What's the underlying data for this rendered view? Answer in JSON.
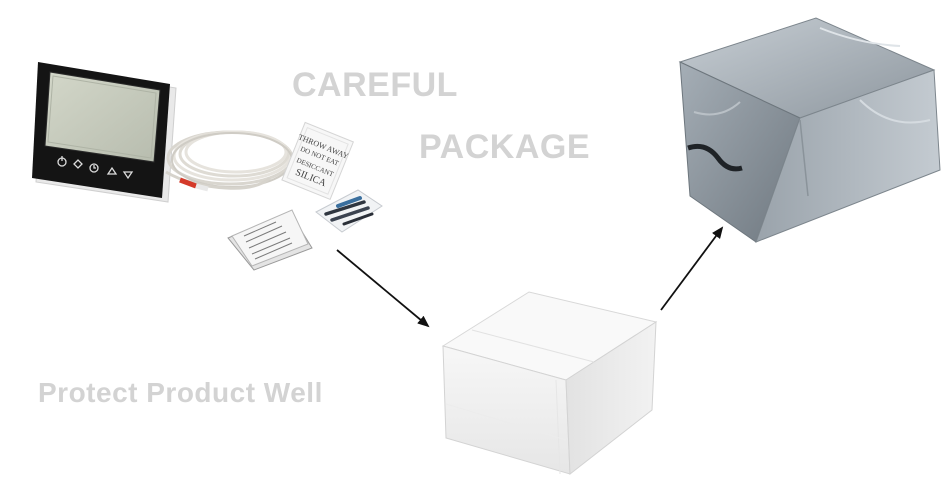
{
  "headlines": {
    "careful": "CAREFUL",
    "package": "PACKAGE",
    "protect": "Protect Product Well"
  },
  "silica_packet": {
    "line1": "SILICA",
    "line2": "DESICCANT",
    "line3": "DO NOT EAT",
    "line4": "THROW AWAY"
  },
  "icons": {
    "thermostat_buttons": [
      "power-icon",
      "mode-icon",
      "clock-icon",
      "up-arrow-icon",
      "down-arrow-icon"
    ]
  },
  "colors": {
    "headline_text": "#d3d3d3",
    "thermostat_frame": "#1a1a1a",
    "thermostat_screen": "#c9cdbf",
    "wrap_silver": "#9aa3ab",
    "box_white": "#f4f4f4",
    "arrow": "#111111"
  }
}
